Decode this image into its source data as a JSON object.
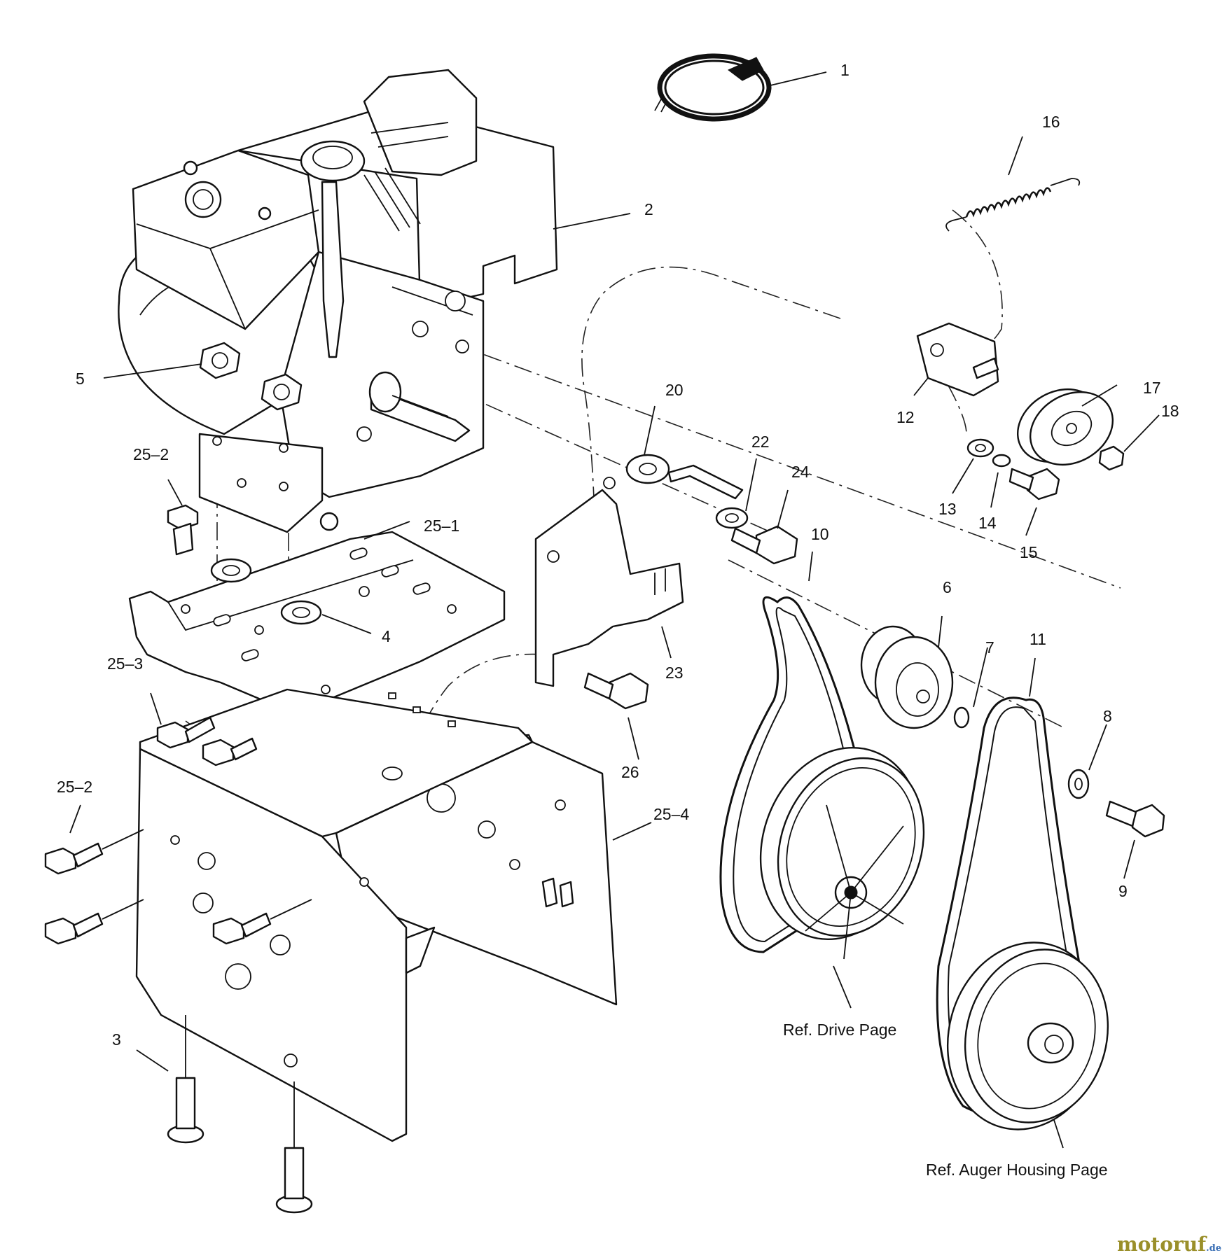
{
  "callouts": {
    "c1": "1",
    "c2": "2",
    "c3": "3",
    "c4": "4",
    "c5": "5",
    "c6": "6",
    "c7": "7",
    "c8": "8",
    "c9": "9",
    "c10": "10",
    "c11": "11",
    "c12": "12",
    "c13": "13",
    "c14": "14",
    "c15": "15",
    "c16": "16",
    "c17": "17",
    "c18": "18",
    "c20": "20",
    "c22": "22",
    "c23": "23",
    "c24": "24",
    "c26": "26",
    "c25_1": "25–1",
    "c25_2a": "25–2",
    "c25_2b": "25–2",
    "c25_3": "25–3",
    "c25_4": "25–4"
  },
  "references": {
    "drive": "Ref. Drive Page",
    "auger": "Ref. Auger Housing Page"
  },
  "watermark": {
    "brand": "motoruf",
    "tld": ".de"
  }
}
